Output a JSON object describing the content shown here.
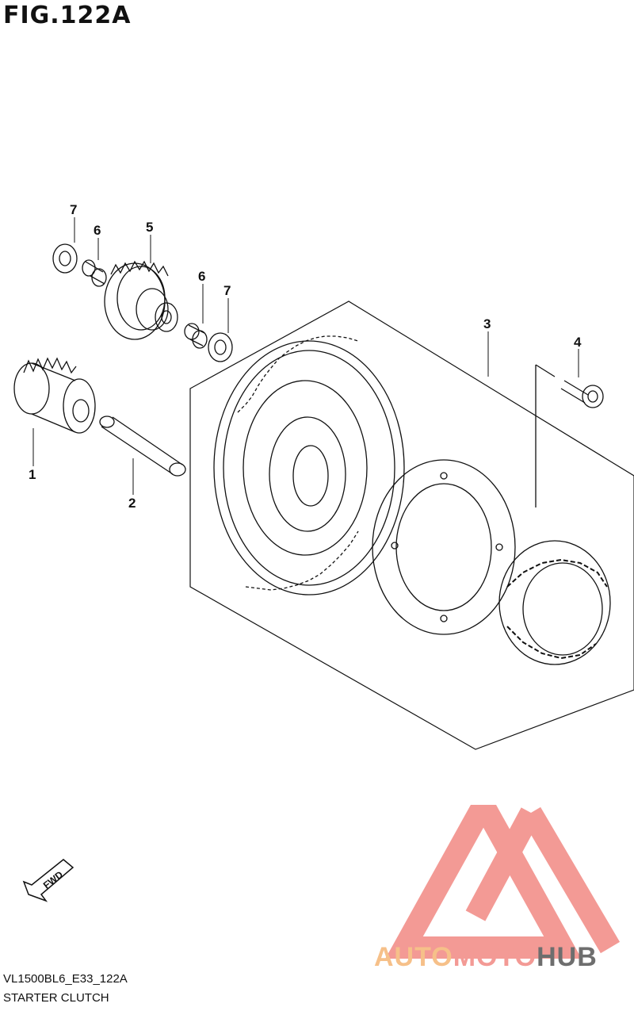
{
  "figure": {
    "title": "FIG.122A"
  },
  "callouts": [
    "1",
    "2",
    "3",
    "4",
    "5",
    "6",
    "6",
    "7",
    "7"
  ],
  "fwd_label": "FWD",
  "footer": {
    "code": "VL1500BL6_E33_122A",
    "name": "STARTER CLUTCH"
  },
  "watermark": {
    "auto": "AUTO",
    "moto": "MOTO",
    "hub": "HUB"
  },
  "colors": {
    "line": "#111111",
    "logo_red": "#f39a95",
    "logo_orange": "#f6c089",
    "logo_gray": "#6e6e6e"
  }
}
